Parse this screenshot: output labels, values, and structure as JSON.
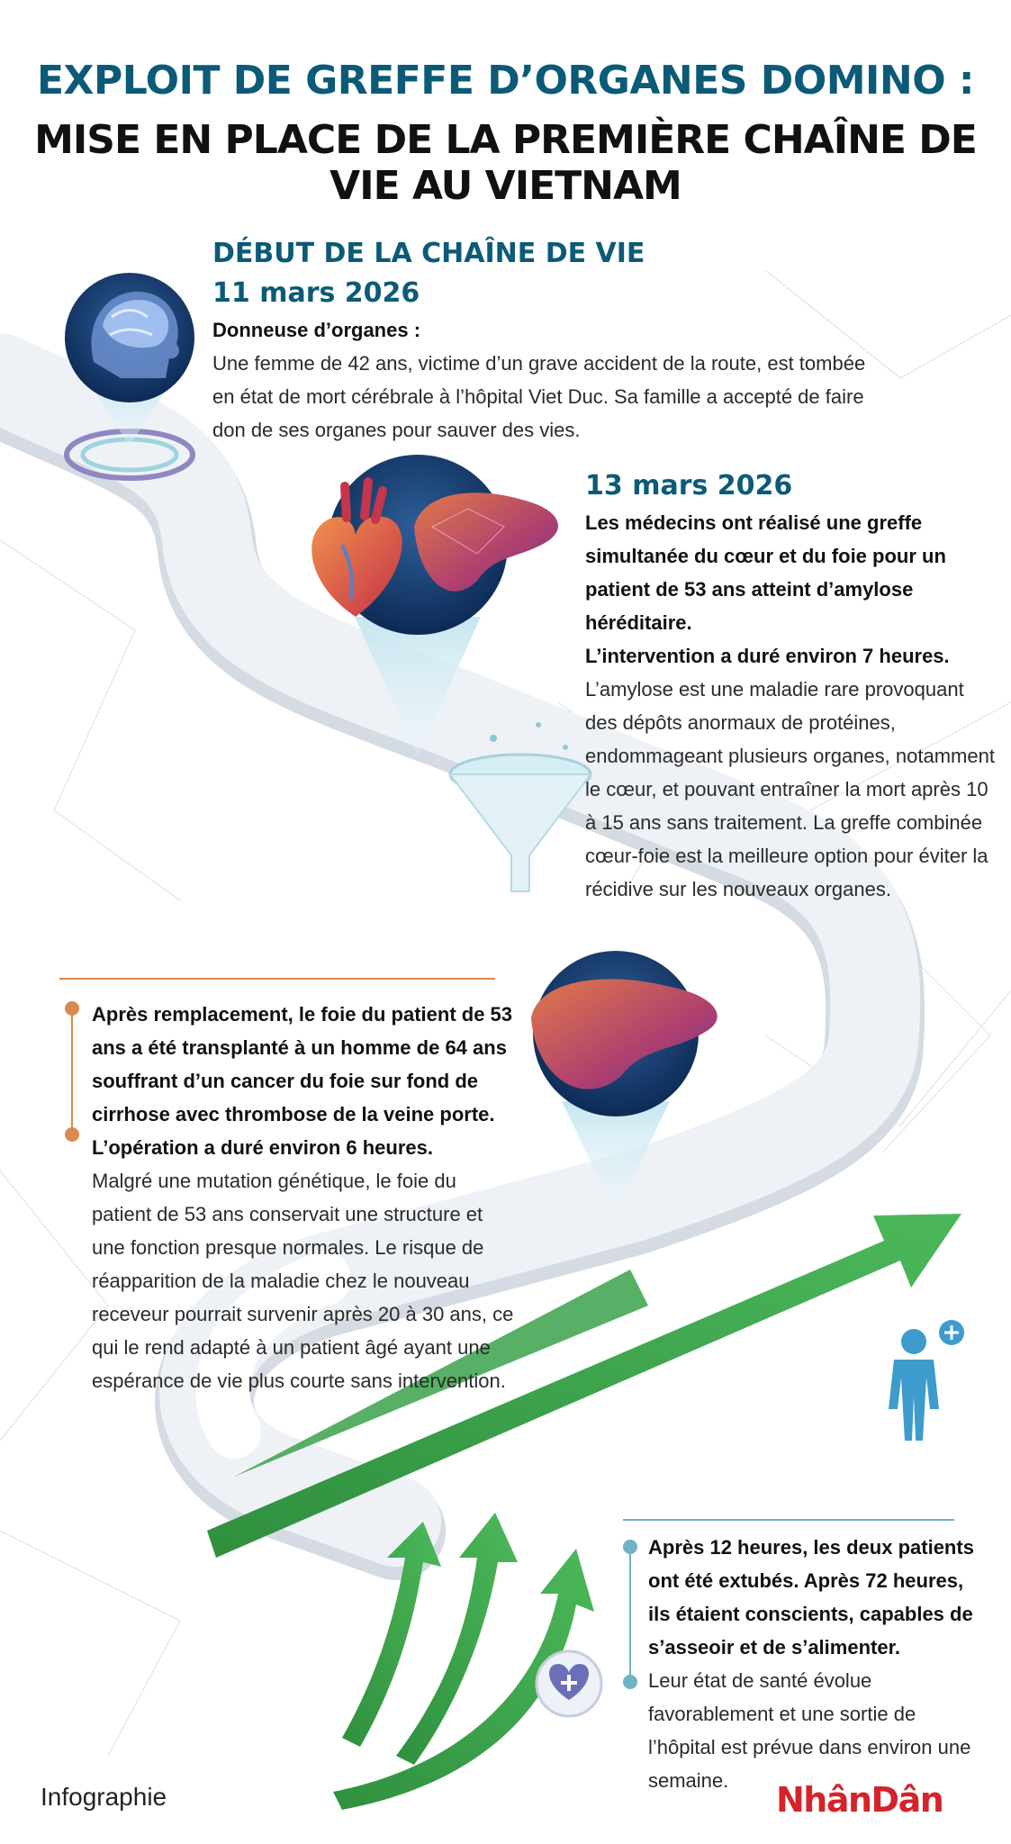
{
  "header": {
    "title_line1": "EXPLOIT DE GREFFE D’ORGANES DOMINO :",
    "title_line2": "MISE EN PLACE DE LA PREMIÈRE CHAÎNE DE VIE AU VIETNAM"
  },
  "section1": {
    "heading": "DÉBUT DE LA CHAÎNE DE VIE",
    "date": "11 mars 2026",
    "label": "Donneuse d’organes :",
    "text": "Une femme de 42 ans, victime d’un grave accident de la route, est tombée en état de mort cérébrale à l’hôpital Viet Duc. Sa famille a accepté de faire don de ses organes pour sauver des vies."
  },
  "section2": {
    "date": "13 mars 2026",
    "bold_text": "Les médecins ont réalisé une greffe simultanée du cœur et du foie pour un patient de 53 ans atteint d’amylose héréditaire.",
    "bold_duration": "L’intervention a duré environ 7 heures.",
    "text": "L’amylose est une maladie rare provoquant des dépôts anormaux de protéines, endommageant plusieurs organes, notamment le cœur, et pouvant entraîner la mort après 10 à 15 ans sans traitement. La greffe combinée cœur-foie est la meilleure option pour éviter la récidive sur les nouveaux organes."
  },
  "section3": {
    "bold_text": "Après remplacement, le foie du patient de 53 ans a été transplanté à un homme de 64 ans souffrant d’un cancer du foie sur fond de cirrhose avec thrombose de la veine porte.",
    "bold_duration": "L’opération a duré environ 6 heures.",
    "text": "Malgré une mutation génétique, le foie du patient de 53 ans conservait une structure et une fonction presque normales. Le risque de réapparition de la maladie chez le nouveau receveur pourrait survenir après 20 à 30 ans, ce qui le rend adapté à un patient âgé ayant une espérance de vie plus courte sans intervention."
  },
  "section4": {
    "bold_text": "Après 12 heures, les deux patients ont été extubés. Après 72 heures, ils étaient conscients, capables de s’asseoir et de s’alimenter.",
    "text": "Leur état de santé évolue favorablement et une sortie de l’hôpital est prévue dans environ une semaine."
  },
  "footer": {
    "left": "Infographie",
    "brand": "NhânDân"
  },
  "colors": {
    "title_blue": "#0b5a78",
    "road": "#e9eef3",
    "arrow_green": "#3aa24a",
    "orange_accent": "#d98a4e",
    "teal_accent": "#6fb3c4",
    "brand_red": "#d5232b"
  },
  "icons": [
    "brain-icon",
    "heart-icon",
    "liver-icon",
    "funnel-icon",
    "human-figure-icon",
    "heart-plus-icon",
    "arrow-icon"
  ]
}
